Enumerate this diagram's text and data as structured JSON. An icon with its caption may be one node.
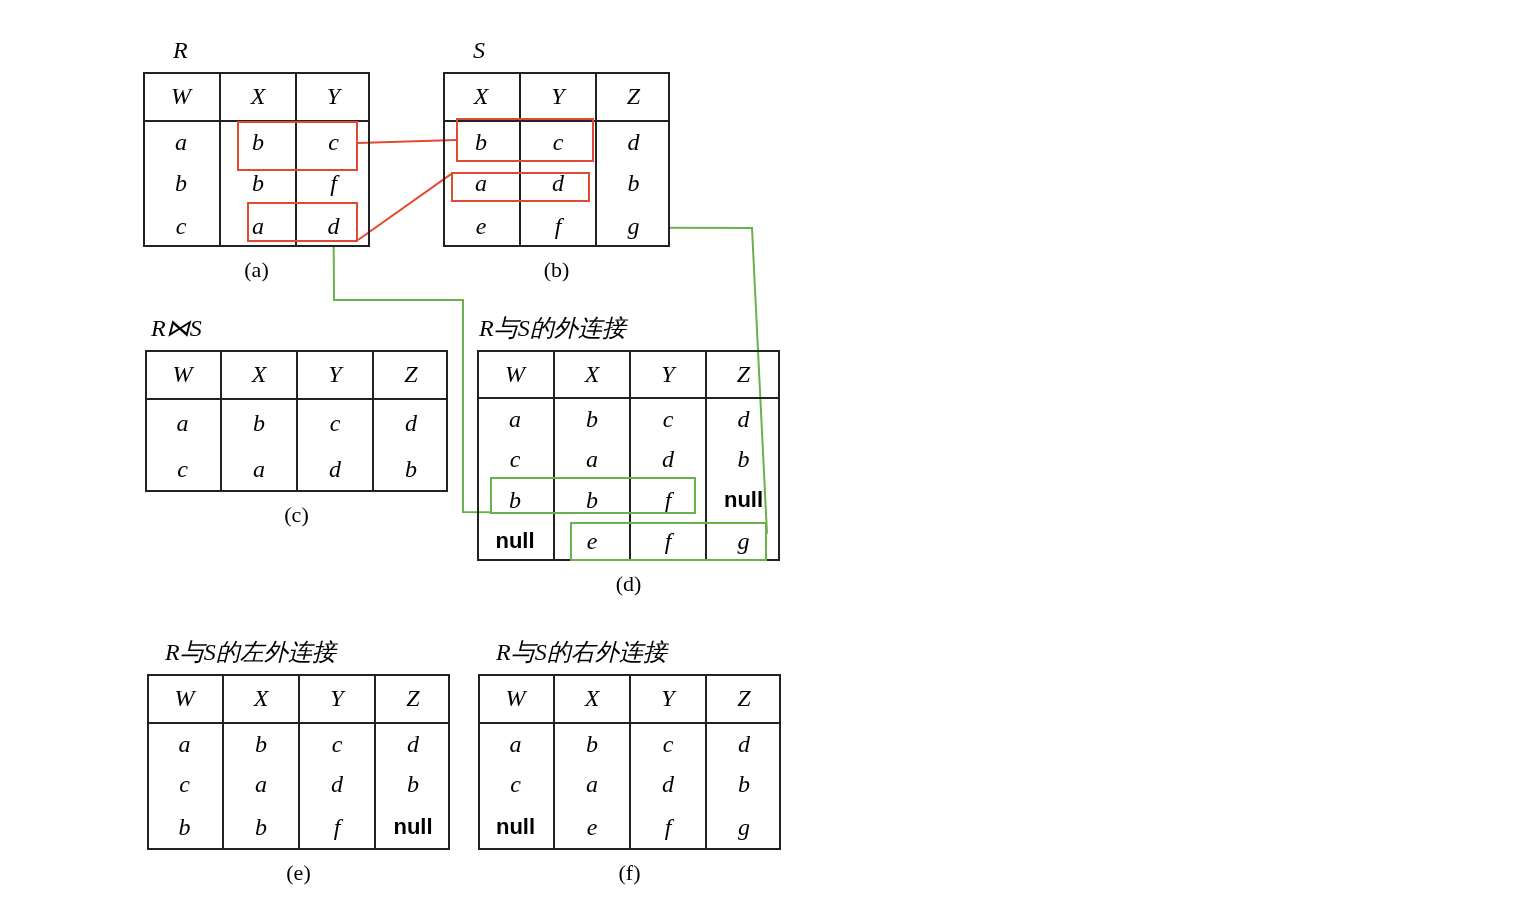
{
  "diagram": {
    "nodes": [
      {
        "text": [
          "R"
        ],
        "beside": [
          "(a)"
        ]
      },
      {
        "text": [],
        "shape": "box",
        "in": 0
      },
      {
        "text": [],
        "shape": "box",
        "in": 0
      },
      {
        "text": [
          "S"
        ],
        "beside": [
          "(b)"
        ]
      },
      {
        "text": [],
        "shape": "box",
        "in": 3
      },
      {
        "text": [],
        "shape": "box",
        "in": 3
      },
      {
        "text": [
          "R⋈S"
        ],
        "beside": [
          "(c)"
        ]
      },
      {
        "text": [
          "R与S的外连接"
        ],
        "beside": [
          "(d)"
        ]
      },
      {
        "text": [],
        "shape": "box",
        "in": 7
      },
      {
        "text": [],
        "shape": "box",
        "in": 7
      },
      {
        "text": [
          "R与S的左外连接"
        ],
        "beside": [
          "(e)"
        ]
      },
      {
        "text": [
          "R与S的右外连接"
        ],
        "beside": [
          "(f)"
        ]
      }
    ],
    "edges": [
      {
        "from": 1,
        "to": 4,
        "arrow": "none",
        "color": "#e04a2f"
      },
      {
        "from": 2,
        "to": 5,
        "arrow": "none",
        "color": "#e04a2f"
      },
      {
        "from": 0,
        "to": 8,
        "arrow": "none",
        "color": "#6ab04c"
      },
      {
        "from": 3,
        "to": 9,
        "arrow": "none",
        "color": "#6ab04c"
      }
    ],
    "labels": [
      "W",
      "X",
      "Y",
      "a",
      "b",
      "c",
      "b",
      "b",
      "f",
      "c",
      "a",
      "d",
      "X",
      "Y",
      "Z",
      "b",
      "c",
      "d",
      "a",
      "d",
      "b",
      "e",
      "f",
      "g",
      "W",
      "X",
      "Y",
      "Z",
      "a",
      "b",
      "c",
      "d",
      "c",
      "a",
      "d",
      "b",
      "W",
      "X",
      "Y",
      "Z",
      "a",
      "b",
      "c",
      "d",
      "c",
      "a",
      "d",
      "b",
      "b",
      "b",
      "f",
      "null",
      "null",
      "e",
      "f",
      "g",
      "W",
      "X",
      "Y",
      "Z",
      "a",
      "b",
      "c",
      "d",
      "c",
      "a",
      "d",
      "b",
      "b",
      "b",
      "f",
      "null",
      "W",
      "X",
      "Y",
      "Z",
      "a",
      "b",
      "c",
      "d",
      "c",
      "a",
      "d",
      "b",
      "null",
      "e",
      "f",
      "g"
    ]
  }
}
